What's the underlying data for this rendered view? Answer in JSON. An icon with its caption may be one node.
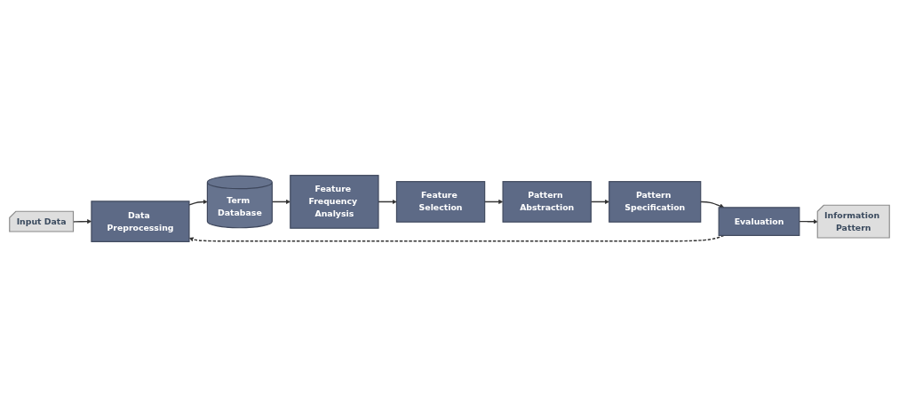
{
  "diagram": {
    "nodes": [
      {
        "text": [
          "Input Data"
        ]
      },
      {
        "text": [
          "Data Preprocessing"
        ]
      },
      {
        "text": [
          "Term Database"
        ]
      },
      {
        "text": [
          "Feature Frequency Analysis"
        ]
      },
      {
        "text": [
          "Feature Selection"
        ]
      },
      {
        "text": [
          "Pattern Abstraction"
        ]
      },
      {
        "text": [
          "Pattern Specification"
        ]
      },
      {
        "text": [
          "Evaluation"
        ]
      },
      {
        "text": [
          "Information Pattern"
        ]
      }
    ],
    "edges": [
      {
        "from": 0,
        "to": 1,
        "arrow": "to"
      },
      {
        "from": 1,
        "to": 2,
        "arrow": "to"
      },
      {
        "from": 2,
        "to": 3,
        "arrow": "to"
      },
      {
        "from": 3,
        "to": 4,
        "arrow": "to"
      },
      {
        "from": 4,
        "to": 5,
        "arrow": "to"
      },
      {
        "from": 5,
        "to": 6,
        "arrow": "to"
      },
      {
        "from": 6,
        "to": 7,
        "arrow": "to"
      },
      {
        "from": 7,
        "to": 1,
        "arrow": "to",
        "style": "dashed"
      },
      {
        "from": 7,
        "to": 8,
        "arrow": "to"
      }
    ]
  }
}
